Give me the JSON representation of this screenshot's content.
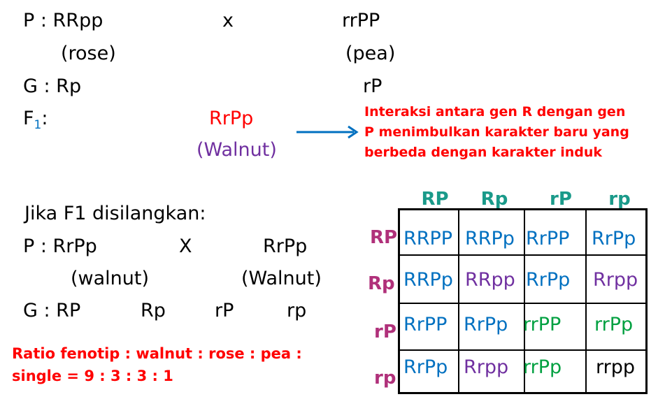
{
  "cross1": {
    "p_label": "P : RRpp",
    "x": "x",
    "p2": "rrPP",
    "pheno1": "(rose)",
    "pheno2": "(pea)",
    "g_label": "G :  Rp",
    "g2": "rP",
    "f1_label": "F",
    "f1_sub": "1",
    "f1_colon": ":",
    "f1_genotype": "RrPp",
    "f1_pheno": "(Walnut)"
  },
  "note": {
    "line1": "Interaksi antara gen R dengan gen",
    "line2": "P menimbulkan karakter baru yang",
    "line3": "berbeda dengan karakter induk"
  },
  "cross2": {
    "heading": "Jika F1 disilangkan:",
    "p_label": "P  : RrPp",
    "x": "X",
    "p2": "RrPp",
    "pheno1": "(walnut)",
    "pheno2": "(Walnut)",
    "g_label": "G  : RP",
    "g2": "Rp",
    "g3": "rP",
    "g4": "rp"
  },
  "ratio": {
    "line1": "Ratio fenotip : walnut : rose : pea :",
    "line2": "single = 9 : 3 : 3 : 1"
  },
  "punnett": {
    "columns": [
      "RP",
      "Rp",
      "rP",
      "rp"
    ],
    "rows": [
      "RP",
      "Rp",
      "rP",
      "rp"
    ],
    "cells": [
      [
        "RRPP",
        "RRPp",
        "RrPP",
        "RrPp"
      ],
      [
        "RRPp",
        "RRpp",
        "RrPp",
        "Rrpp"
      ],
      [
        "RrPP",
        "RrPp",
        "rrPP",
        "rrPp"
      ],
      [
        "RrPp",
        "Rrpp",
        "rrPp",
        "rrpp"
      ]
    ],
    "cell_colors": [
      [
        "#0070c0",
        "#0070c0",
        "#0070c0",
        "#0070c0"
      ],
      [
        "#0070c0",
        "#7030a0",
        "#0070c0",
        "#7030a0"
      ],
      [
        "#0070c0",
        "#0070c0",
        "#00a040",
        "#00a040"
      ],
      [
        "#0070c0",
        "#7030a0",
        "#00a040",
        "#000000"
      ]
    ]
  },
  "colors": {
    "red": "#ff0000",
    "arrow": "#0070c0",
    "walnut_text": "#7030a0"
  }
}
